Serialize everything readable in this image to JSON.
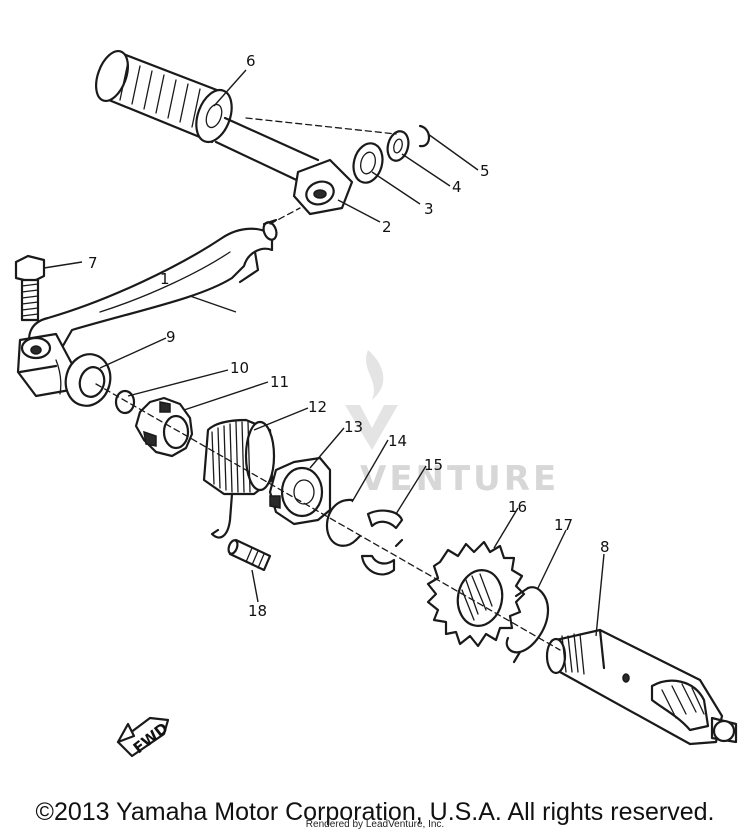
{
  "callouts": [
    {
      "label": "1"
    },
    {
      "label": "2"
    },
    {
      "label": "3"
    },
    {
      "label": "4"
    },
    {
      "label": "5"
    },
    {
      "label": "6"
    },
    {
      "label": "7"
    },
    {
      "label": "8"
    },
    {
      "label": "9"
    },
    {
      "label": "10"
    },
    {
      "label": "11"
    },
    {
      "label": "12"
    },
    {
      "label": "13"
    },
    {
      "label": "14"
    },
    {
      "label": "15"
    },
    {
      "label": "16"
    },
    {
      "label": "17"
    },
    {
      "label": "18"
    }
  ],
  "fwd_label": "FWD",
  "watermark": "VENTURE",
  "copyright": "©2013 Yamaha Motor Corporation, U.S.A. All rights reserved.",
  "rendered_by": "Rendered by LeadVenture, Inc."
}
